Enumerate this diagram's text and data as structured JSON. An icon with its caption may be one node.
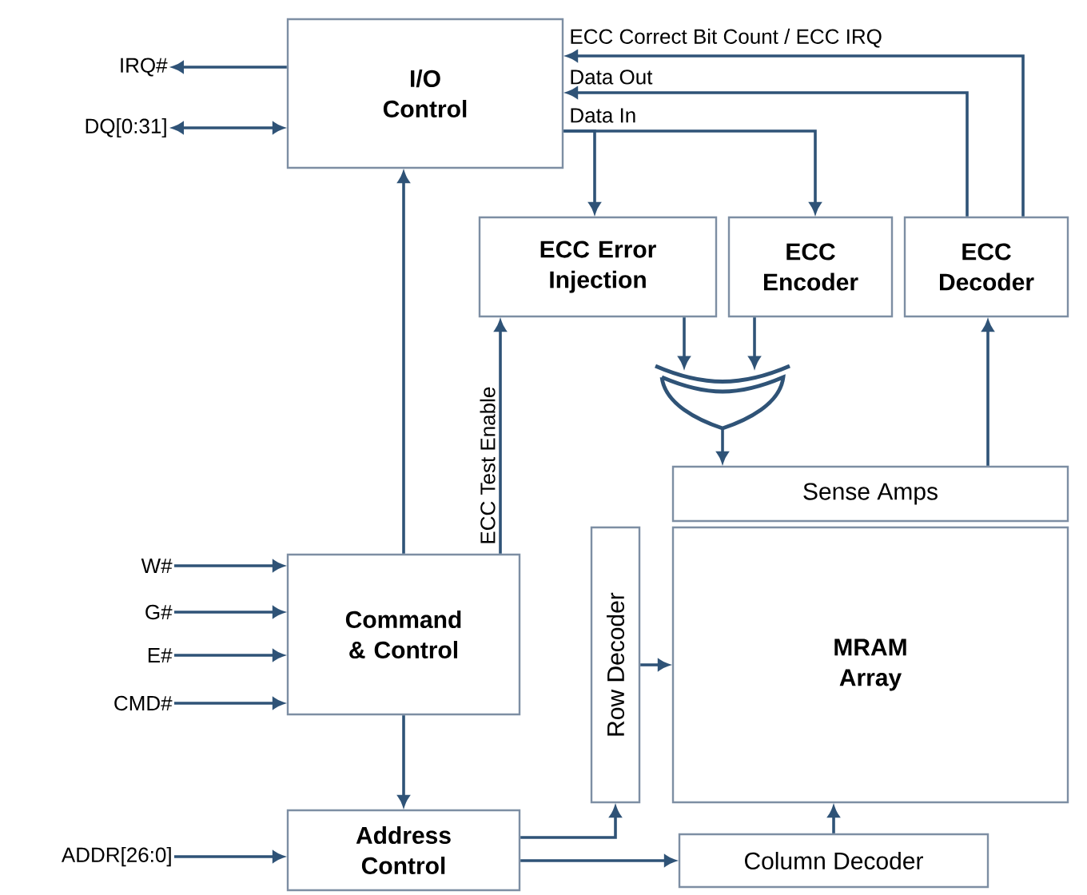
{
  "diagram": {
    "nodes": [
      {
        "text": [
          "I/O Control"
        ]
      },
      {
        "text": [
          "ECC Error Injection"
        ]
      },
      {
        "text": [
          "ECC Encoder"
        ]
      },
      {
        "text": [
          "ECC Decoder"
        ]
      },
      {
        "text": [],
        "shape": "gate"
      },
      {
        "text": [
          "Sense Amps"
        ]
      },
      {
        "text": [
          "Command & Control"
        ]
      },
      {
        "text": [
          "Row Decoder"
        ]
      },
      {
        "text": [
          "MRAM Array"
        ]
      },
      {
        "text": [
          "Address Control"
        ]
      },
      {
        "text": [
          "Column Decoder"
        ]
      },
      {
        "text": [
          "IRQ#"
        ]
      },
      {
        "text": [
          "DQ[0:31]"
        ]
      },
      {
        "text": [
          "W#"
        ]
      },
      {
        "text": [
          "G#"
        ]
      },
      {
        "text": [
          "E#"
        ]
      },
      {
        "text": [
          "CMD#"
        ]
      },
      {
        "text": [
          "ADDR[26:0]"
        ]
      }
    ],
    "edges": [
      {
        "from": 0,
        "to": 11,
        "arrow": "to"
      },
      {
        "from": 12,
        "to": 0,
        "arrow": "both"
      },
      {
        "from": 3,
        "to": 0,
        "arrow": "to",
        "label": "ECC Correct Bit Count / ECC IRQ"
      },
      {
        "from": 3,
        "to": 0,
        "arrow": "to",
        "label": "Data Out"
      },
      {
        "from": 0,
        "to": 1,
        "arrow": "to",
        "label": "Data In"
      },
      {
        "from": 0,
        "to": 2,
        "arrow": "to"
      },
      {
        "from": 6,
        "to": 1,
        "arrow": "to",
        "label": "ECC Test Enable"
      },
      {
        "from": 1,
        "to": 4,
        "arrow": "to"
      },
      {
        "from": 2,
        "to": 4,
        "arrow": "to"
      },
      {
        "from": 4,
        "to": 5,
        "arrow": "to"
      },
      {
        "from": 5,
        "to": 3,
        "arrow": "to"
      },
      {
        "from": 6,
        "to": 0,
        "arrow": "to"
      },
      {
        "from": 13,
        "to": 6,
        "arrow": "to"
      },
      {
        "from": 14,
        "to": 6,
        "arrow": "to"
      },
      {
        "from": 15,
        "to": 6,
        "arrow": "to"
      },
      {
        "from": 16,
        "to": 6,
        "arrow": "to"
      },
      {
        "from": 6,
        "to": 9,
        "arrow": "to"
      },
      {
        "from": 17,
        "to": 9,
        "arrow": "to"
      },
      {
        "from": 9,
        "to": 7,
        "arrow": "to"
      },
      {
        "from": 9,
        "to": 10,
        "arrow": "to"
      },
      {
        "from": 7,
        "to": 8,
        "arrow": "to"
      },
      {
        "from": 10,
        "to": 8,
        "arrow": "to"
      }
    ]
  }
}
